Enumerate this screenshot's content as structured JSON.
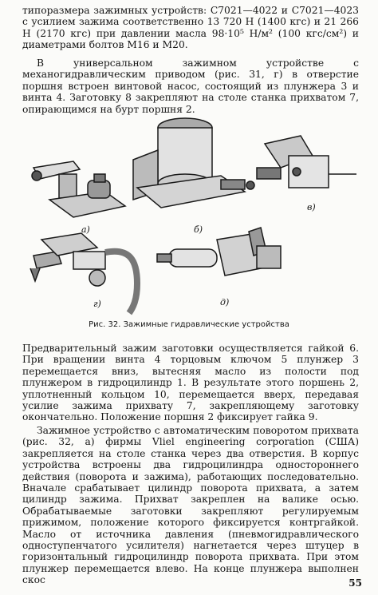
{
  "para_top": "типоразмера зажимных устройств: С7021—4022 и С7021—4023 с усилием зажима соответственно 13 720 Н (1400 кгс) и 21 266 Н (2170 кгс) при давлении масла 98·10⁵ Н/м² (100 кгс/см²) и диаметрами болтов М16 и М20.",
  "para_2": "В универсальном зажимном устройстве с механогидравлическим приводом (рис. 31, г) в отверстие поршня встроен винтовой насос, состоящий из плунжера 3 и винта 4. Заготовку 8 закрепляют на столе станка прихватом 7, опирающимся на бурт поршня 2.",
  "figure": {
    "labels": [
      "а)",
      "б)",
      "в)",
      "г)",
      "д)"
    ],
    "caption": "Рис. 32. Зажимные гидравлические устройства"
  },
  "para_3": "Предварительный зажим заготовки осуществляется гайкой 6. При вращении винта 4 торцовым ключом 5 плунжер 3 перемещается вниз, вытесняя масло из полости под плунжером в гидроцилиндр 1. В результате этого поршень 2, уплотненный кольцом 10, перемещается вверх, передавая усилие зажима прихвату 7, закрепляющему заготовку окончательно. Положение поршня 2 фиксирует гайка 9.",
  "para_4": "Зажимное устройство с автоматическим поворотом прихвата (рис. 32, а) фирмы Vliel engineering corporation (США) закрепляется на столе станка через два отверстия. В корпус устройства встроены два гидроцилиндра одностороннего действия (поворота и зажима), работающих последовательно. Вначале срабатывает цилиндр поворота прихвата, а затем цилиндр зажима. Прихват закреплен на валике осью. Обрабатываемые заготовки закрепляют регулируемым прижимом, положение которого фиксируется контргайкой. Масло от источника давления (пневмогидравлического одноступенчатого усилителя) нагнетается через штуцер в горизонтальный гидроцилиндр поворота прихвата. При этом плунжер перемещается влево. На конце плунжера выполнен скос",
  "page_number": "55"
}
